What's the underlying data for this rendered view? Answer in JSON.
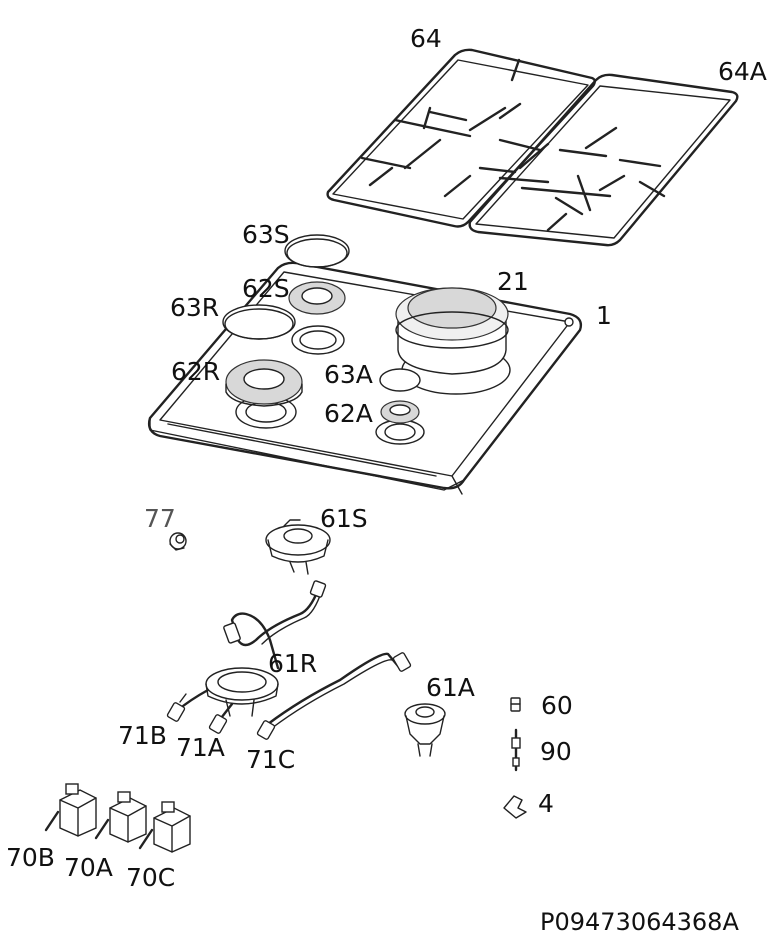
{
  "drawing_code": "P09473064368A",
  "parts": [
    {
      "id": "64"
    },
    {
      "id": "64A"
    },
    {
      "id": "63S"
    },
    {
      "id": "21"
    },
    {
      "id": "62S"
    },
    {
      "id": "63R"
    },
    {
      "id": "1"
    },
    {
      "id": "62R"
    },
    {
      "id": "63A"
    },
    {
      "id": "62A"
    },
    {
      "id": "77"
    },
    {
      "id": "61S"
    },
    {
      "id": "61R"
    },
    {
      "id": "61A"
    },
    {
      "id": "60"
    },
    {
      "id": "71B"
    },
    {
      "id": "71A"
    },
    {
      "id": "90"
    },
    {
      "id": "71C"
    },
    {
      "id": "4"
    },
    {
      "id": "70B"
    },
    {
      "id": "70A"
    },
    {
      "id": "70C"
    }
  ]
}
